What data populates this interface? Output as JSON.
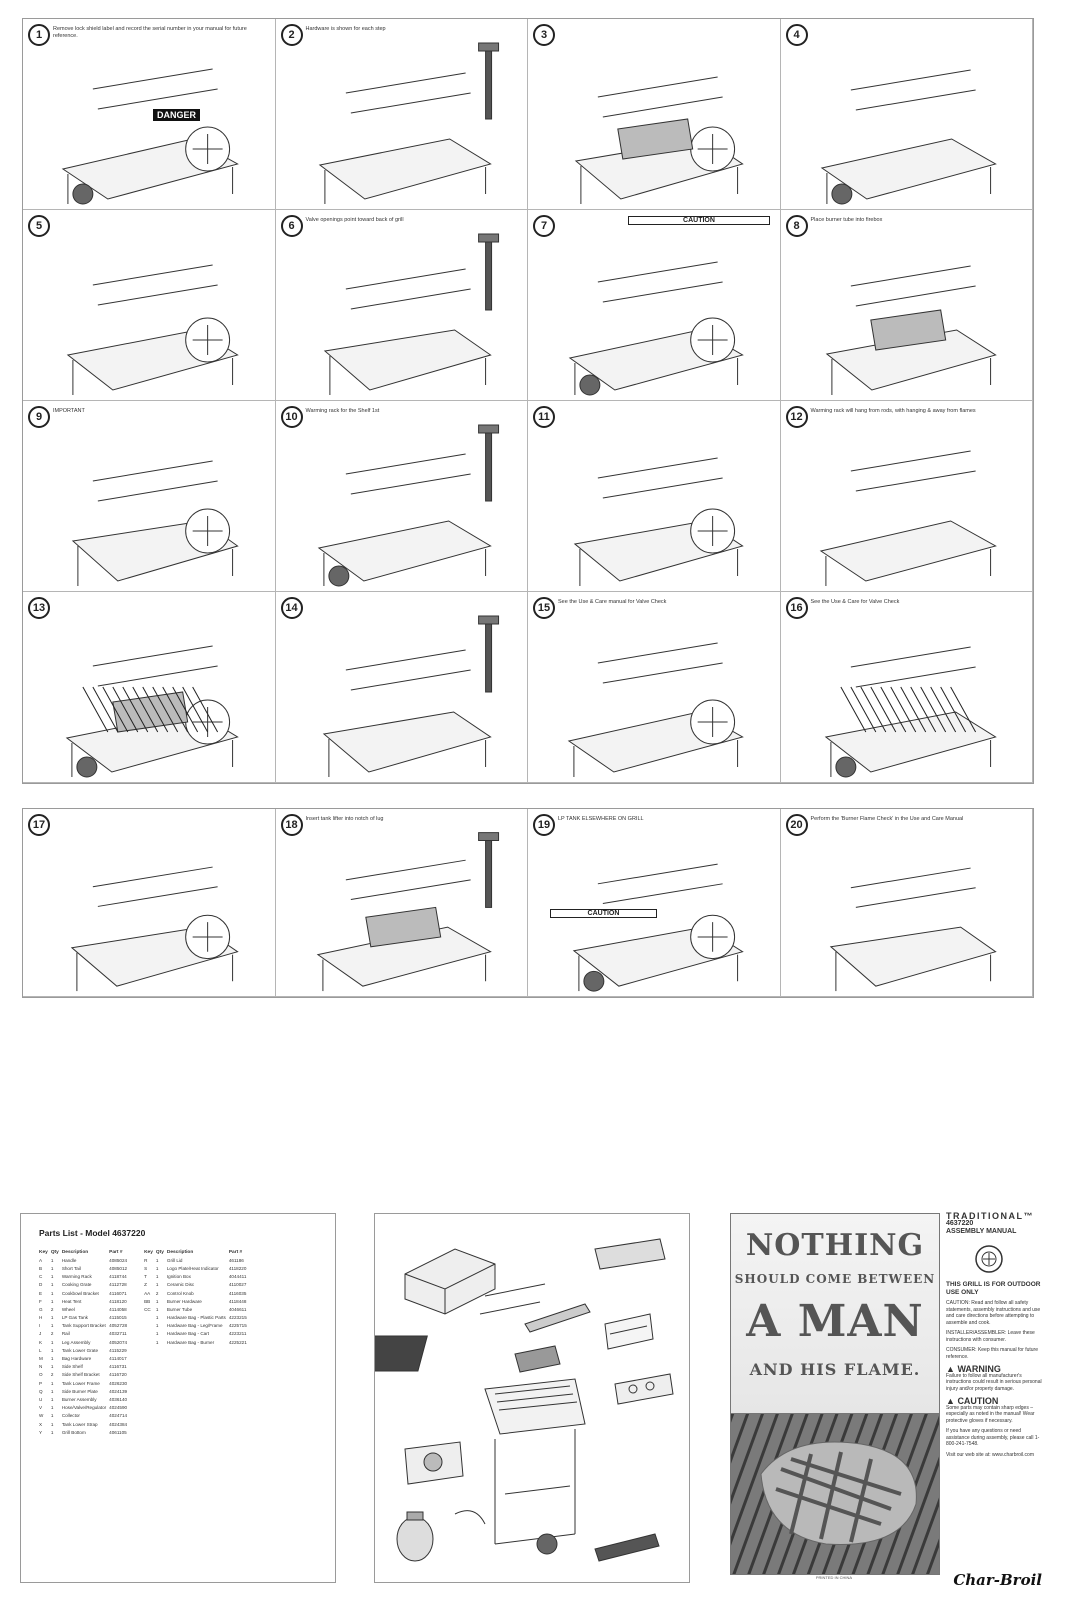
{
  "steps": [
    {
      "n": "1",
      "note": "Remove lock shield label and record the serial number in your manual for future reference."
    },
    {
      "n": "2",
      "note": "Hardware is shown for each step"
    },
    {
      "n": "3",
      "note": ""
    },
    {
      "n": "4",
      "note": ""
    },
    {
      "n": "5",
      "note": ""
    },
    {
      "n": "6",
      "note": "Valve openings point toward back of grill"
    },
    {
      "n": "7",
      "note": ""
    },
    {
      "n": "8",
      "note": "Place burner tube into firebox"
    },
    {
      "n": "9",
      "note": "IMPORTANT"
    },
    {
      "n": "10",
      "note": "Warming rack for the Shelf 1st"
    },
    {
      "n": "11",
      "note": ""
    },
    {
      "n": "12",
      "note": "Warming rack will hang from rods, with hanging & away from flames"
    },
    {
      "n": "13",
      "note": ""
    },
    {
      "n": "14",
      "note": ""
    },
    {
      "n": "15",
      "note": "See the Use & Care manual for Valve Check"
    },
    {
      "n": "16",
      "note": "See the Use & Care for Valve Check"
    },
    {
      "n": "17",
      "note": ""
    },
    {
      "n": "18",
      "note": "Insert tank lifter into notch of lug"
    },
    {
      "n": "19",
      "note": "LP TANK ELSEWHERE ON GRILL"
    },
    {
      "n": "20",
      "note": "Perform the 'Burner Flame Check' in the Use and Care Manual"
    }
  ],
  "callouts": {
    "danger": "DANGER",
    "caution_7": "CAUTION",
    "caution_19": "CAUTION"
  },
  "parts_list": {
    "title": "Parts List - Model 4637220",
    "headers": [
      "Key",
      "Qty",
      "Description",
      "Part #",
      "Key",
      "Qty",
      "Description",
      "Part #"
    ],
    "rows": [
      [
        "A",
        "1",
        "Handle",
        "4085024",
        "R",
        "1",
        "Grill Lid",
        "461186"
      ],
      [
        "B",
        "1",
        "Short Tail",
        "4085012",
        "S",
        "1",
        "Logo Plate/Heat Indicator",
        "4118220"
      ],
      [
        "C",
        "1",
        "Warming Rack",
        "4118744",
        "T",
        "1",
        "Ignition Box",
        "4044411"
      ],
      [
        "D",
        "1",
        "Cooking Grate",
        "4112728",
        "Z",
        "1",
        "Ceramic Disc",
        "4110027"
      ],
      [
        "E",
        "1",
        "Cookbowl Bracket",
        "4116071",
        "AA",
        "2",
        "Control Knob",
        "4116035"
      ],
      [
        "F",
        "1",
        "Heat Tent",
        "4118120",
        "BB",
        "1",
        "Burner Hardware",
        "4118448"
      ],
      [
        "G",
        "2",
        "Wheel",
        "4114058",
        "CC",
        "1",
        "Burner Tube",
        "4046611"
      ],
      [
        "H",
        "1",
        "LP Gas Tank",
        "4115015",
        "",
        "1",
        "Hardware Bag - Plastic Parts",
        "4223215"
      ],
      [
        "I",
        "1",
        "Tank Support Bracket",
        "4052728",
        "",
        "1",
        "Hardware Bag - Leg/Frame",
        "4225715"
      ],
      [
        "J",
        "2",
        "Rail",
        "4032711",
        "",
        "1",
        "Hardware Bag - Cart",
        "4223211"
      ],
      [
        "K",
        "1",
        "Leg Assembly",
        "4052074",
        "",
        "1",
        "Hardware Bag - Burner",
        "4225221"
      ],
      [
        "L",
        "1",
        "Tank Lower Grate",
        "4115229",
        "",
        "",
        "",
        "",
        ""
      ],
      [
        "M",
        "1",
        "Bag Hardware",
        "4114017",
        "",
        "",
        "",
        "",
        ""
      ],
      [
        "N",
        "1",
        "Side Shelf",
        "4116731",
        "",
        "",
        "",
        "",
        ""
      ],
      [
        "O",
        "2",
        "Side Shelf Bracket",
        "4116720",
        "",
        "",
        "",
        "",
        ""
      ],
      [
        "P",
        "1",
        "Tank Lower Frame",
        "4026230",
        "",
        "",
        "",
        "",
        ""
      ],
      [
        "Q",
        "1",
        "Side Burner Plate",
        "4024139",
        "",
        "",
        "",
        "",
        ""
      ],
      [
        "U",
        "1",
        "Burner Assembly",
        "4036140",
        "",
        "",
        "",
        "",
        ""
      ],
      [
        "V",
        "1",
        "Hose/Valve/Regulator",
        "4024590",
        "",
        "",
        "",
        "",
        ""
      ],
      [
        "W",
        "1",
        "Collector",
        "4024714",
        "",
        "",
        "",
        "",
        ""
      ],
      [
        "X",
        "1",
        "Tank Lower Strap",
        "4024384",
        "",
        "",
        "",
        "",
        ""
      ],
      [
        "Y",
        "1",
        "Grill Bottom",
        "4061105",
        "",
        "",
        "",
        "",
        ""
      ]
    ]
  },
  "cover": {
    "slogan": [
      "NOTHING",
      "SHOULD COME BETWEEN",
      "A MAN",
      "AND HIS FLAME."
    ],
    "brand": "TRADITIONAL™",
    "model": "4637220",
    "manual": "ASSEMBLY MANUAL",
    "outdoor": "THIS GRILL IS FOR OUTDOOR USE ONLY",
    "caution_text": "CAUTION: Read and follow all safety statements, assembly instructions and use and care directions before attempting to assemble and cook.",
    "installer": "INSTALLER/ASSEMBLER: Leave these instructions with consumer.",
    "consumer": "CONSUMER: Keep this manual for future reference.",
    "warning_title": "WARNING",
    "warning_text": "Failure to follow all manufacturer's instructions could result in serious personal injury and/or property damage.",
    "caution_title": "CAUTION",
    "caution2_text": "Some parts may contain sharp edges – especially as noted in the manual! Wear protective gloves if necessary.",
    "help": "If you have any questions or need assistance during assembly, please call 1-800-241-7548.",
    "web": "Visit our web site at: www.charbroil.com",
    "footer": "PRINTED IN CHINA",
    "logo": "Char-Broil"
  }
}
